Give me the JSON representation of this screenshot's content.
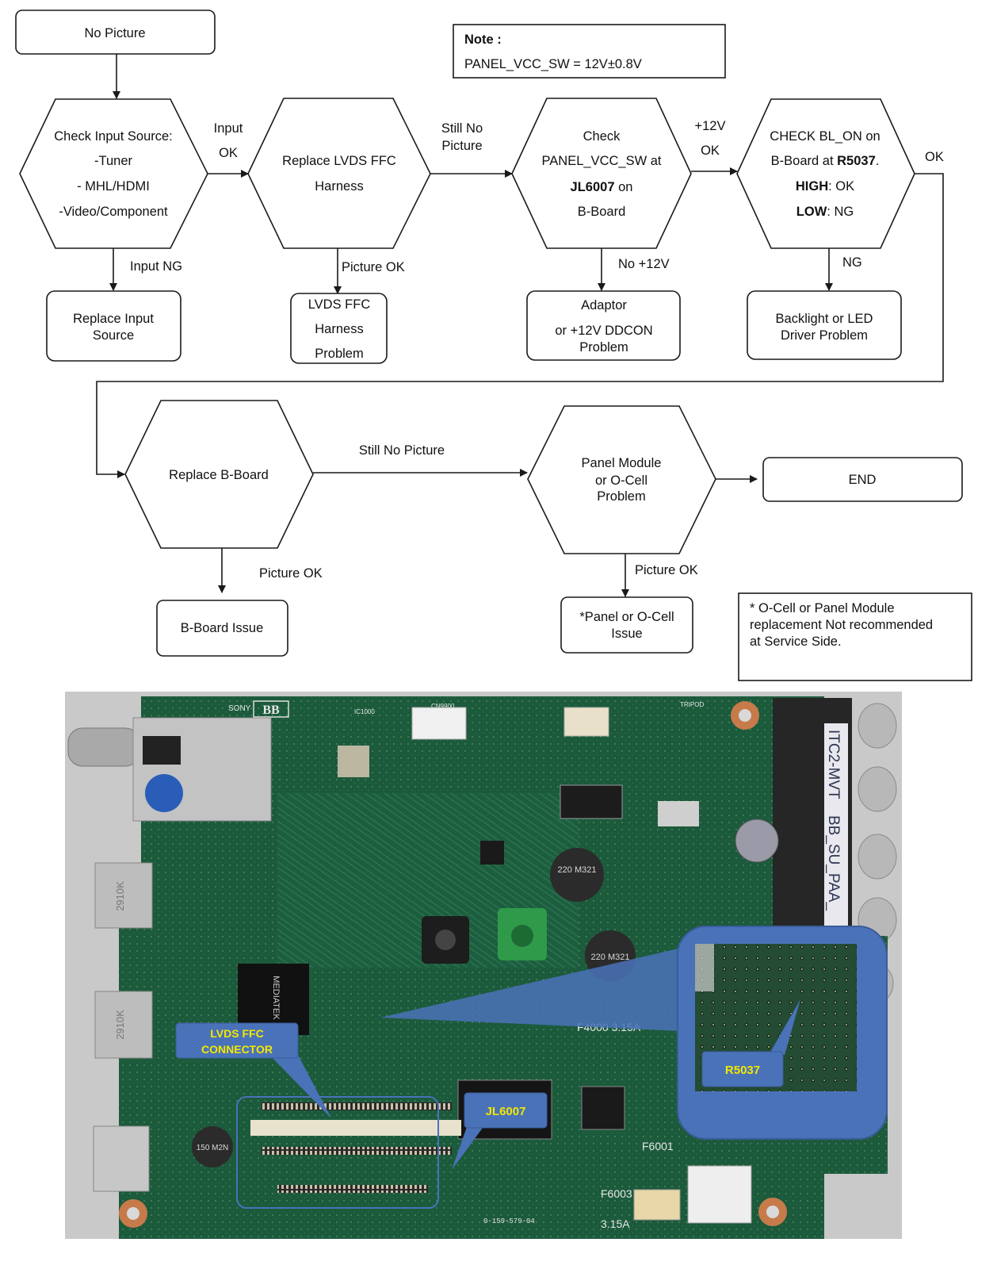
{
  "flow": {
    "start": "No Picture",
    "note": {
      "title": "Note :",
      "text": "PANEL_VCC_SW =  12V±0.8V"
    },
    "check_input": [
      "Check Input Source:",
      "-Tuner",
      "- MHL/HDMI",
      "-Video/Component"
    ],
    "input_ok": [
      "Input",
      "OK"
    ],
    "input_ng": "Input NG",
    "replace_input": [
      "Replace Input",
      "Source"
    ],
    "replace_lvds": [
      "Replace LVDS FFC",
      "Harness"
    ],
    "still_no_pic_1": [
      "Still No",
      "Picture"
    ],
    "picture_ok_1": "Picture OK",
    "lvds_problem": [
      "LVDS FFC",
      "Harness",
      "Problem"
    ],
    "check_vcc": {
      "l1": "Check",
      "l2": "PANEL_VCC_SW at",
      "l3_bold": "JL6007",
      "l3_rest": " on",
      "l4": "B-Board"
    },
    "plus12_ok": [
      "+12V",
      "OK"
    ],
    "no_12v": "No +12V",
    "adaptor": [
      "Adaptor",
      "or +12V DDCON",
      "Problem"
    ],
    "check_bl": {
      "l1": "CHECK BL_ON on",
      "l2a": "B-Board at ",
      "l2b": "R5037",
      "l2c": ".",
      "l3a": "HIGH",
      "l3b": ": OK",
      "l4a": "LOW",
      "l4b": ": NG"
    },
    "ok": "OK",
    "ng": "NG",
    "backlight": [
      "Backlight or LED",
      "Driver Problem"
    ],
    "replace_bboard": "Replace B-Board",
    "still_no_pic_2": "Still No Picture",
    "picture_ok_2": "Picture OK",
    "bboard_issue": "B-Board Issue",
    "panel_module": [
      "Panel Module",
      "or O-Cell",
      "Problem"
    ],
    "end": "END",
    "picture_ok_3": "Picture OK",
    "panel_issue": [
      "*Panel or O-Cell",
      "Issue"
    ],
    "footnote": [
      "* O-Cell or Panel Module",
      "replacement Not recommended",
      "at Service Side."
    ]
  },
  "board": {
    "callouts": {
      "lvds": [
        "LVDS FFC",
        "CONNECTOR"
      ],
      "jl6007": "JL6007",
      "r5037": "R5037"
    },
    "silkscreen": {
      "sony": "SONY",
      "bb": "BB",
      "ic1000": "IC1000",
      "cn9900": "CN9900",
      "tripod": "TRIPOD",
      "itc2": "ITC2-MVT",
      "bbsu": "BB_SU_PAA_",
      "m321_a": "220 M321",
      "m321_b": "220 M321",
      "m2n": "150 M2N",
      "f4000": "F4000 3.15A",
      "f6001": "F6001",
      "f6003": "F6003",
      "fuse": "3.15A",
      "hdmi1": "2910K",
      "hdmi2": "2910K",
      "mediatek": "MEDIATEK",
      "partno": "0-159-579-04"
    },
    "colors": {
      "pcb": "#1c5a3c",
      "callout": "#4a72b8",
      "callout_text": "#f3e800"
    }
  }
}
